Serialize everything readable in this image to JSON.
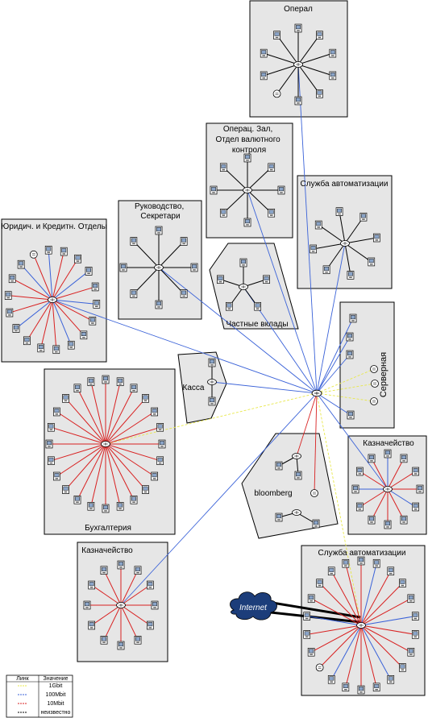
{
  "diagram": {
    "groups": [
      {
        "id": "operzal",
        "title_lines": [
          "Операл"
        ],
        "style": "rect"
      },
      {
        "id": "valuta",
        "title_lines": [
          "Операц. Зал,",
          "Отдел валютного",
          "контроля"
        ],
        "style": "rect"
      },
      {
        "id": "avtomat_top",
        "title_lines": [
          "Служба автоматизации"
        ],
        "style": "rect"
      },
      {
        "id": "urid",
        "title_lines": [
          "Юридич. и Кредитн. Отделы"
        ],
        "style": "rect"
      },
      {
        "id": "rukov",
        "title_lines": [
          "Руководство,",
          "Секретари"
        ],
        "style": "rect"
      },
      {
        "id": "chastnye",
        "title_lines": [
          "Частные вклады"
        ],
        "style": "polygon"
      },
      {
        "id": "server",
        "title_lines": [
          "Серверная"
        ],
        "style": "rect",
        "vertical": true
      },
      {
        "id": "kassa",
        "title_lines": [
          "Касса"
        ],
        "style": "polygon"
      },
      {
        "id": "buh",
        "title_lines": [
          "Бухгалтерия"
        ],
        "style": "rect"
      },
      {
        "id": "kazna_right",
        "title_lines": [
          "Казначейство"
        ],
        "style": "rect"
      },
      {
        "id": "bloomberg",
        "title_lines": [
          "bloomberg"
        ],
        "style": "polygon"
      },
      {
        "id": "kazna_left",
        "title_lines": [
          "Казначейство"
        ],
        "style": "rect"
      },
      {
        "id": "avtomat_bottom",
        "title_lines": [
          "Служба автоматизации"
        ],
        "style": "rect"
      }
    ],
    "internet_label": "Internet",
    "legend": {
      "header_link": "Линк",
      "header_value": "Значение",
      "rows": [
        {
          "value": "1Gbit",
          "color": "#e8e84a"
        },
        {
          "value": "100Mbit",
          "color": "#3a62d8"
        },
        {
          "value": "10Mbit",
          "color": "#d82020"
        },
        {
          "value": "неизвестно",
          "color": "#000000"
        }
      ]
    },
    "colors": {
      "group_fill": "#e6e6e6",
      "link_black": "#000000",
      "link_blue": "#3a62d8",
      "link_red": "#d82020",
      "link_yellow": "#e8e84a",
      "cloud": "#1c3d7a"
    }
  }
}
